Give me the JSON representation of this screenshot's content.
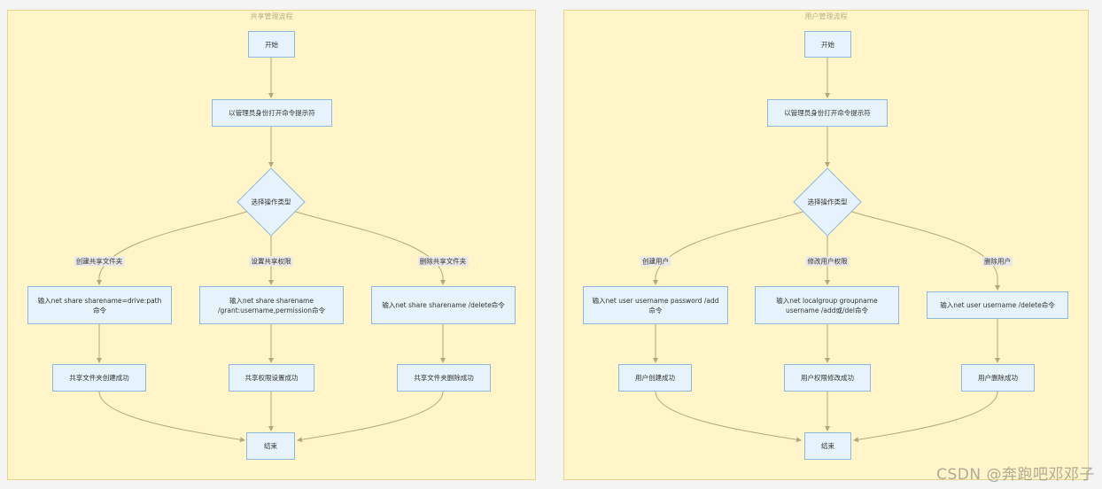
{
  "flows": [
    {
      "title": "共享管理流程",
      "nodes": {
        "start": "开始",
        "admin": "以管理员身份打开命令提示符",
        "decision": "选择操作类型",
        "cmd1": "输入net share sharename=drive:path 命令",
        "cmd2": "输入net share sharename /grant:username,permission命令",
        "cmd3": "输入net share sharename /delete命令",
        "ok1": "共享文件夹创建成功",
        "ok2": "共享权限设置成功",
        "ok3": "共享文件夹删除成功",
        "end": "结束"
      },
      "branches": [
        "创建共享文件夹",
        "设置共享权限",
        "删除共享文件夹"
      ]
    },
    {
      "title": "用户管理流程",
      "nodes": {
        "start": "开始",
        "admin": "以管理员身份打开命令提示符",
        "decision": "选择操作类型",
        "cmd1": "输入net user username password /add命令",
        "cmd2": "输入net localgroup groupname username /add或/del命令",
        "cmd3": "输入net user username /delete命令",
        "ok1": "用户创建成功",
        "ok2": "用户权限修改成功",
        "ok3": "用户删除成功",
        "end": "结束"
      },
      "branches": [
        "创建用户",
        "修改用户权限",
        "删除用户"
      ]
    }
  ],
  "watermark": "CSDN @奔跑吧邓邓子",
  "colors": {
    "cluster_fill": "#fff5c8",
    "cluster_border": "#e8d48a",
    "node_fill": "#e6f3fc",
    "node_border": "#8fb8dd",
    "edge": "#b6a67a"
  }
}
